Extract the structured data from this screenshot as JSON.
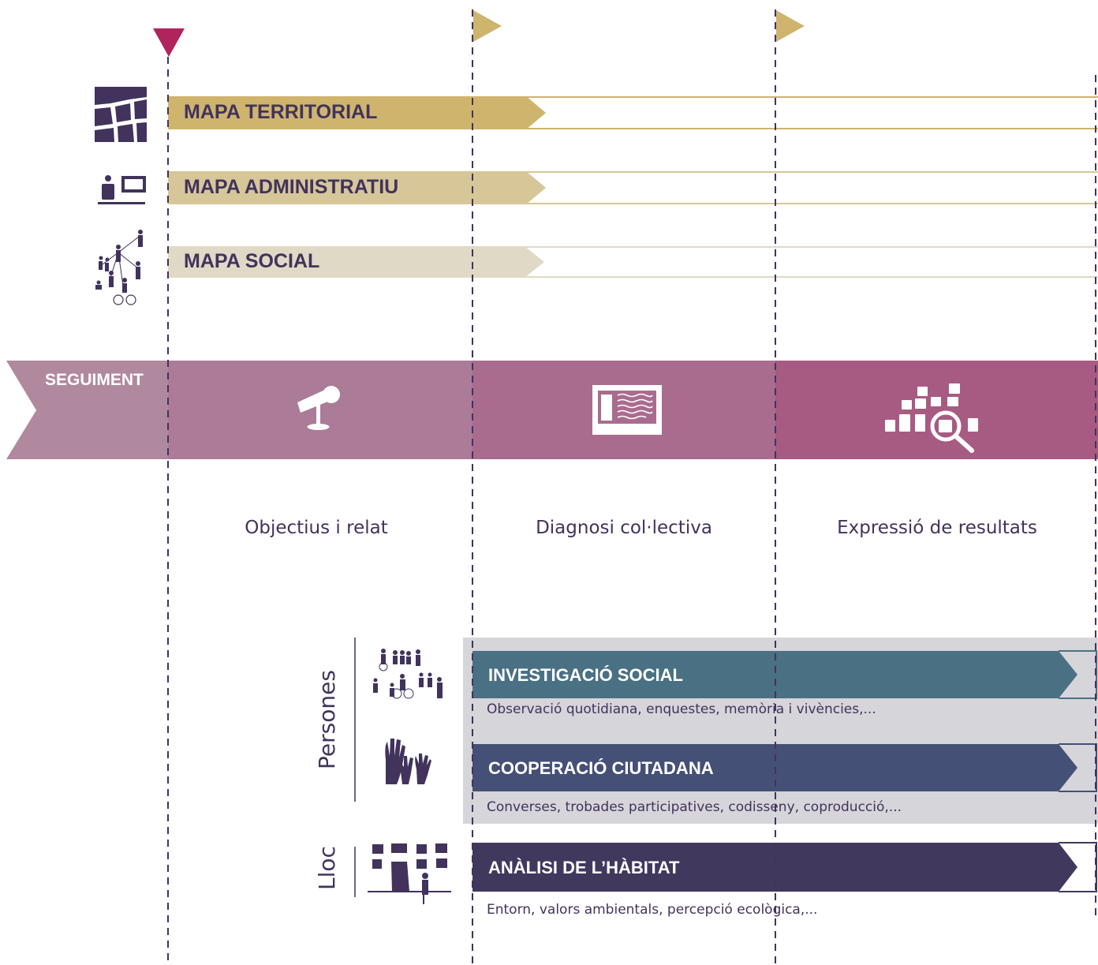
{
  "maps": [
    {
      "label": "MAPA TERRITORIAL",
      "color": "#cfb46e",
      "icon": "territory-map-icon"
    },
    {
      "label": "MAPA ADMINISTRATIU",
      "color": "#d7c698",
      "icon": "administration-desk-icon"
    },
    {
      "label": "MAPA SOCIAL",
      "color": "#e0d9c5",
      "icon": "social-network-icon"
    }
  ],
  "seguiment": {
    "label": "SEGUIMENT",
    "colors": [
      "#b1899e",
      "#ab7b98",
      "#a96c8e",
      "#a85b82"
    ],
    "stage_icons": [
      "microphone-icon",
      "document-icon",
      "data-search-icon"
    ]
  },
  "stages": [
    "Objectius i relat",
    "Diagnosi col·lectiva",
    "Expressió de resultats"
  ],
  "groups": {
    "persones": "Persones",
    "lloc": "Lloc"
  },
  "bands": [
    {
      "title": "INVESTIGACIÓ SOCIAL",
      "desc": "Observació quotidiana, enquestes, memòria i vivències,...",
      "color": "#4a7083"
    },
    {
      "title": "COOPERACIÓ CIUTADANA",
      "desc": "Converses, trobades participatives, codisseny, coproducció,...",
      "color": "#455076"
    },
    {
      "title": "ANÀLISI DE L’HÀBITAT",
      "desc": "Entorn, valors ambientals, percepció ecològica,...",
      "color": "#41385e"
    }
  ],
  "markers": {
    "start_color": "#b0245e",
    "flag_color": "#cfb46e",
    "line_color": "#41335c"
  }
}
